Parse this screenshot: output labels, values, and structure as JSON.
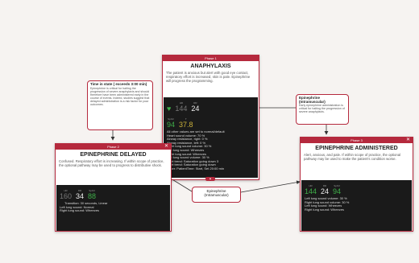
{
  "notes": {
    "time_in_state": {
      "title": "Time in state ( exceeds 3:00 min)",
      "body": "Epinephrine is critical for halting the progression of severe anaphylaxis and should therefore have been administered early in the course of events. Indeed, studies suggest that delayed administration is a risk factor for poor outcomes."
    },
    "epi_im": {
      "title": "Epinephrine (Intramuscular)",
      "body": "Early epinephrine administration is critical for halting the progression of severe anaphylaxis."
    }
  },
  "pill": {
    "label": "Epinephrine (Intramuscular)"
  },
  "anaphylaxis": {
    "phase": "Phase 1",
    "title": "ANAPHYLAXIS",
    "description": "The patient is anxious but alert with good eye contact, respiratory effort is increased, skin is pale. Epinephrine will progress the programming.",
    "vitals": [
      {
        "label": "HR",
        "value": "144"
      },
      {
        "label": "RR",
        "value": "24"
      },
      {
        "label": "SpO2",
        "value": "94"
      },
      {
        "label": "T",
        "value": "37.8"
      }
    ],
    "lines": [
      "All other values are set to normal/default",
      "Heart sound volume: 70 %",
      "Airway resistance, right: 0 %",
      "Airway resistance, left: 0 %",
      "Right lung sound volume: 30 %",
      "Left lung sound: Wheezes",
      "Right lung sound: Wheezes",
      "Left lung sound volume: 30 %",
      "Start trend: Saturation going down 3",
      "Start trend: Saturation going down",
      "Timer: PatientTime: Start, Set 20:00 min"
    ],
    "toggle": "▲"
  },
  "delayed": {
    "phase": "Phase 2",
    "title": "EPINEPHRINE DELAYED",
    "description": "Confused. Respiratory effort is increasing. If within scope of practice, the optional pathway may be used to progress to distributive shock.",
    "vitals": [
      {
        "label": "HR",
        "value": "160"
      },
      {
        "label": "RR",
        "value": "34"
      },
      {
        "label": "SpO2",
        "value": "88"
      }
    ],
    "lines": [
      "Transition: 30 seconds, Linear",
      "Left lung sound: Normal",
      "Right lung sound: Wheezes"
    ]
  },
  "administered": {
    "phase": "Phase 3",
    "title": "EPINEPHRINE ADMINISTERED",
    "description": "Alert, anxious, and pale. If within scope of practice, the optional pathway may be used to make the patient's condition worse.",
    "vitals": [
      {
        "label": "HR",
        "value": "144"
      },
      {
        "label": "RR",
        "value": "24"
      },
      {
        "label": "SpO2",
        "value": "94"
      }
    ],
    "lines": [
      "Left lung sound volume: 30 %",
      "Right lung sound volume: 30 %",
      "Left lung sound: Wheezes",
      "Right lung sound: Wheezes"
    ]
  },
  "colors": {
    "accent": "#b5293d",
    "monitor_bg": "#1a1a1a",
    "vital_green": "#3fae49"
  }
}
